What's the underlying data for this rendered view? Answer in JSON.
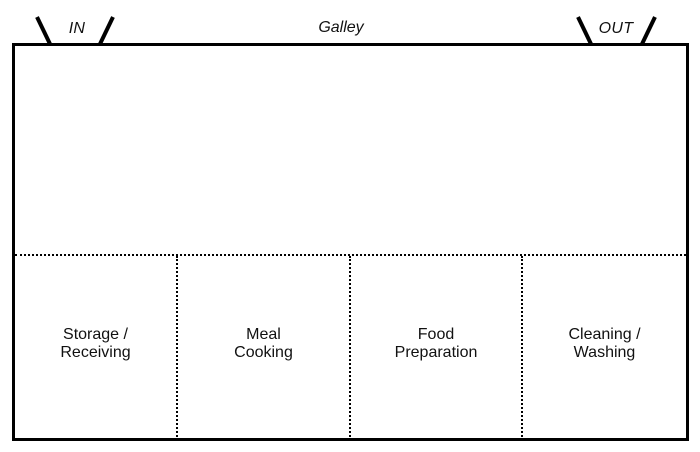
{
  "diagram": {
    "title": "Galley",
    "doors": [
      {
        "id": "in",
        "label": "IN"
      },
      {
        "id": "out",
        "label": "OUT"
      }
    ],
    "zones": [
      {
        "label": "Storage /\nReceiving"
      },
      {
        "label": "Meal\nCooking"
      },
      {
        "label": "Food\nPreparation"
      },
      {
        "label": "Cleaning /\nWashing"
      }
    ],
    "colors": {
      "outline": "#000000",
      "background": "#ffffff",
      "text": "#111111"
    }
  }
}
